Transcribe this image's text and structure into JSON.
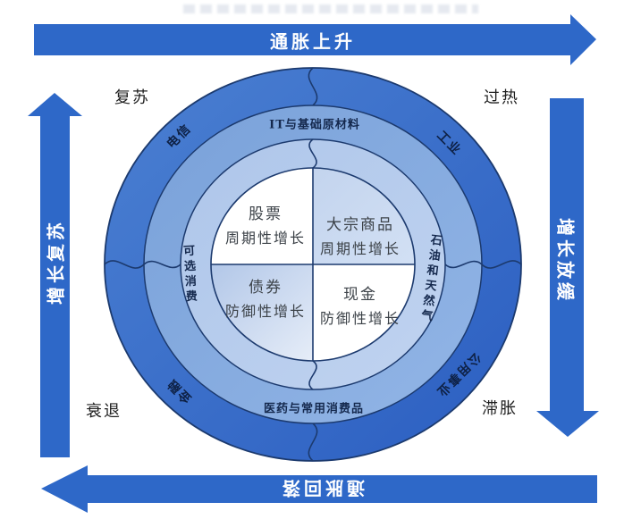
{
  "diagram": "merrill-lynch-investment-clock",
  "arrows": {
    "top": {
      "label": "通胀上升",
      "direction": "right"
    },
    "right": {
      "label": "增长放缓",
      "direction": "down"
    },
    "bottom": {
      "label": "通胀回落",
      "direction": "left"
    },
    "left": {
      "label": "增长复苏",
      "direction": "up"
    }
  },
  "phases": {
    "top_left": "复苏",
    "top_right": "过热",
    "bottom_right": "滞胀",
    "bottom_left": "衰退"
  },
  "rings": {
    "outer": {
      "top_left": "电信",
      "top_right": "工业",
      "bottom_right": "公用事业",
      "bottom_left": "金融"
    },
    "middle": {
      "top": "IT与基础原材料",
      "bottom": "医药与常用消费品"
    },
    "inner_band": {
      "left": "可选消费",
      "right": "石油和天然气"
    }
  },
  "quadrants": {
    "top_left": {
      "asset": "股票",
      "style": "周期性增长"
    },
    "top_right": {
      "asset": "大宗商品",
      "style": "周期性增长"
    },
    "bottom_left": {
      "asset": "债券",
      "style": "防御性增长"
    },
    "bottom_right": {
      "asset": "现金",
      "style": "防御性增长"
    }
  },
  "colors": {
    "arrow_blue": "#2e68c8",
    "outer_ring": "#3a6fca",
    "middle_ring": "#85abde",
    "inner_band": "#b6ccec",
    "quadrant_blue": "#c8d8f0",
    "outline_navy": "#1c3a6e",
    "arrow_text": "#ffffff"
  }
}
